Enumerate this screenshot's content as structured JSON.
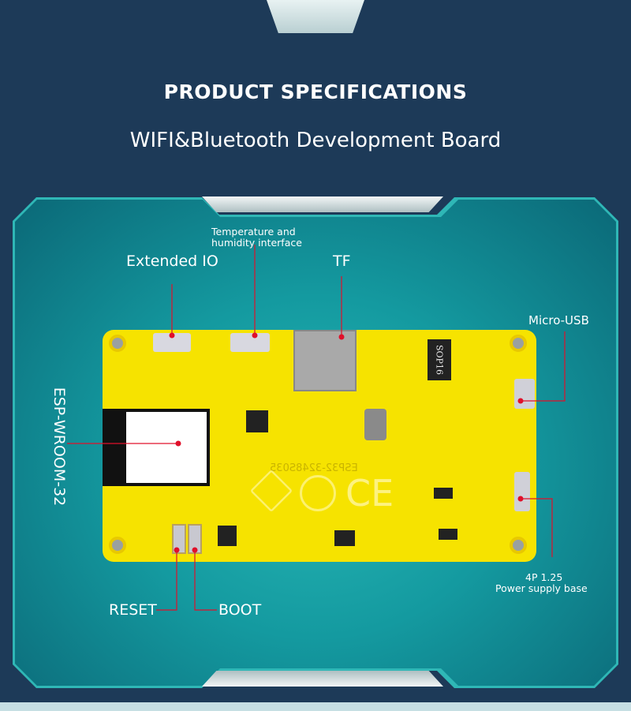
{
  "header": {
    "title": "PRODUCT SPECIFICATIONS",
    "subtitle": "WIFI&Bluetooth Development Board"
  },
  "labels": {
    "temp": "Temperature and\nhumidity interface",
    "temp_line1": "Temperature and",
    "temp_line2": "humidity interface",
    "extended_io": "Extended IO",
    "tf": "TF",
    "micro_usb": "Micro-USB",
    "esp": "ESP-WROOM-32",
    "power_line1": "4P 1.25",
    "power_line2": "Power supply base",
    "reset": "RESET",
    "boot": "BOOT"
  },
  "board": {
    "chip_label": "SOP16",
    "silkscreen": "ESP32-3248S035"
  },
  "colors": {
    "line": "#e0102a",
    "board": "#f6e300",
    "background": "#1d3a58",
    "panel": "#1aa0a4"
  }
}
